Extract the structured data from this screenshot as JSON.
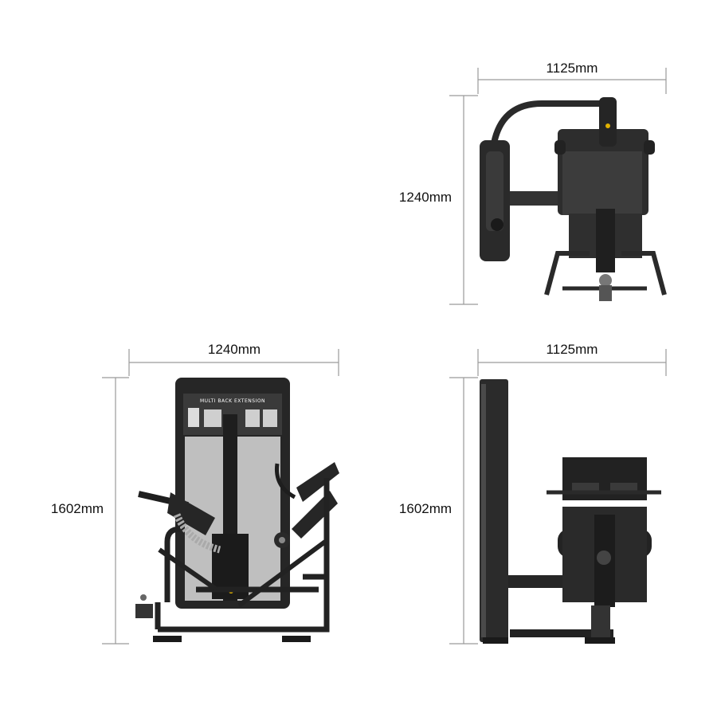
{
  "diagram": {
    "top_view": {
      "width_label": "1125mm",
      "depth_label": "1240mm"
    },
    "front_view": {
      "width_label": "1240mm",
      "height_label": "1602mm",
      "placard_title": "MULTI BACK EXTENSION"
    },
    "side_view": {
      "width_label": "1125mm",
      "height_label": "1602mm"
    },
    "colors": {
      "frame": "#222222",
      "shroud": "#bfbfbf",
      "dimension_line": "#9a9a9a",
      "accent": "#e0b100"
    }
  }
}
